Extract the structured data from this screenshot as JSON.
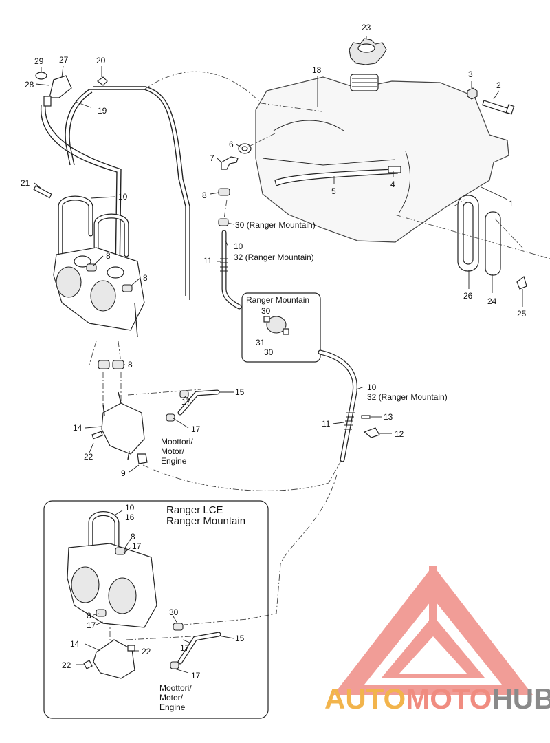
{
  "callouts": {
    "p1": "1",
    "p2": "2",
    "p3": "3",
    "p4": "4",
    "p5": "5",
    "p6": "6",
    "p7": "7",
    "p8": "8",
    "p9": "9",
    "p10": "10",
    "p11": "11",
    "p12": "12",
    "p13": "13",
    "p14": "14",
    "p15": "15",
    "p16": "16",
    "p17": "17",
    "p18": "18",
    "p19": "19",
    "p20": "20",
    "p21": "21",
    "p22": "22",
    "p23": "23",
    "p24": "24",
    "p25": "25",
    "p26": "26",
    "p27": "27",
    "p28": "28",
    "p29": "29",
    "p30": "30",
    "p31": "31"
  },
  "annotations": {
    "p30_ranger": "30 (Ranger Mountain)",
    "p32_ranger": "32 (Ranger Mountain)",
    "inset_title": "Ranger Mountain",
    "engine_lines": [
      "Moottori/",
      "Motor/",
      "Engine"
    ],
    "lower_box_title": [
      "Ranger LCE",
      "Ranger Mountain"
    ]
  },
  "watermark": {
    "part1": "AUTO",
    "part2": "MOTO",
    "part3": "HUB",
    "color1": "#f2b44c",
    "color2": "#f08c80",
    "color3": "#8a8a8a",
    "logo_color": "#ef8d86"
  }
}
